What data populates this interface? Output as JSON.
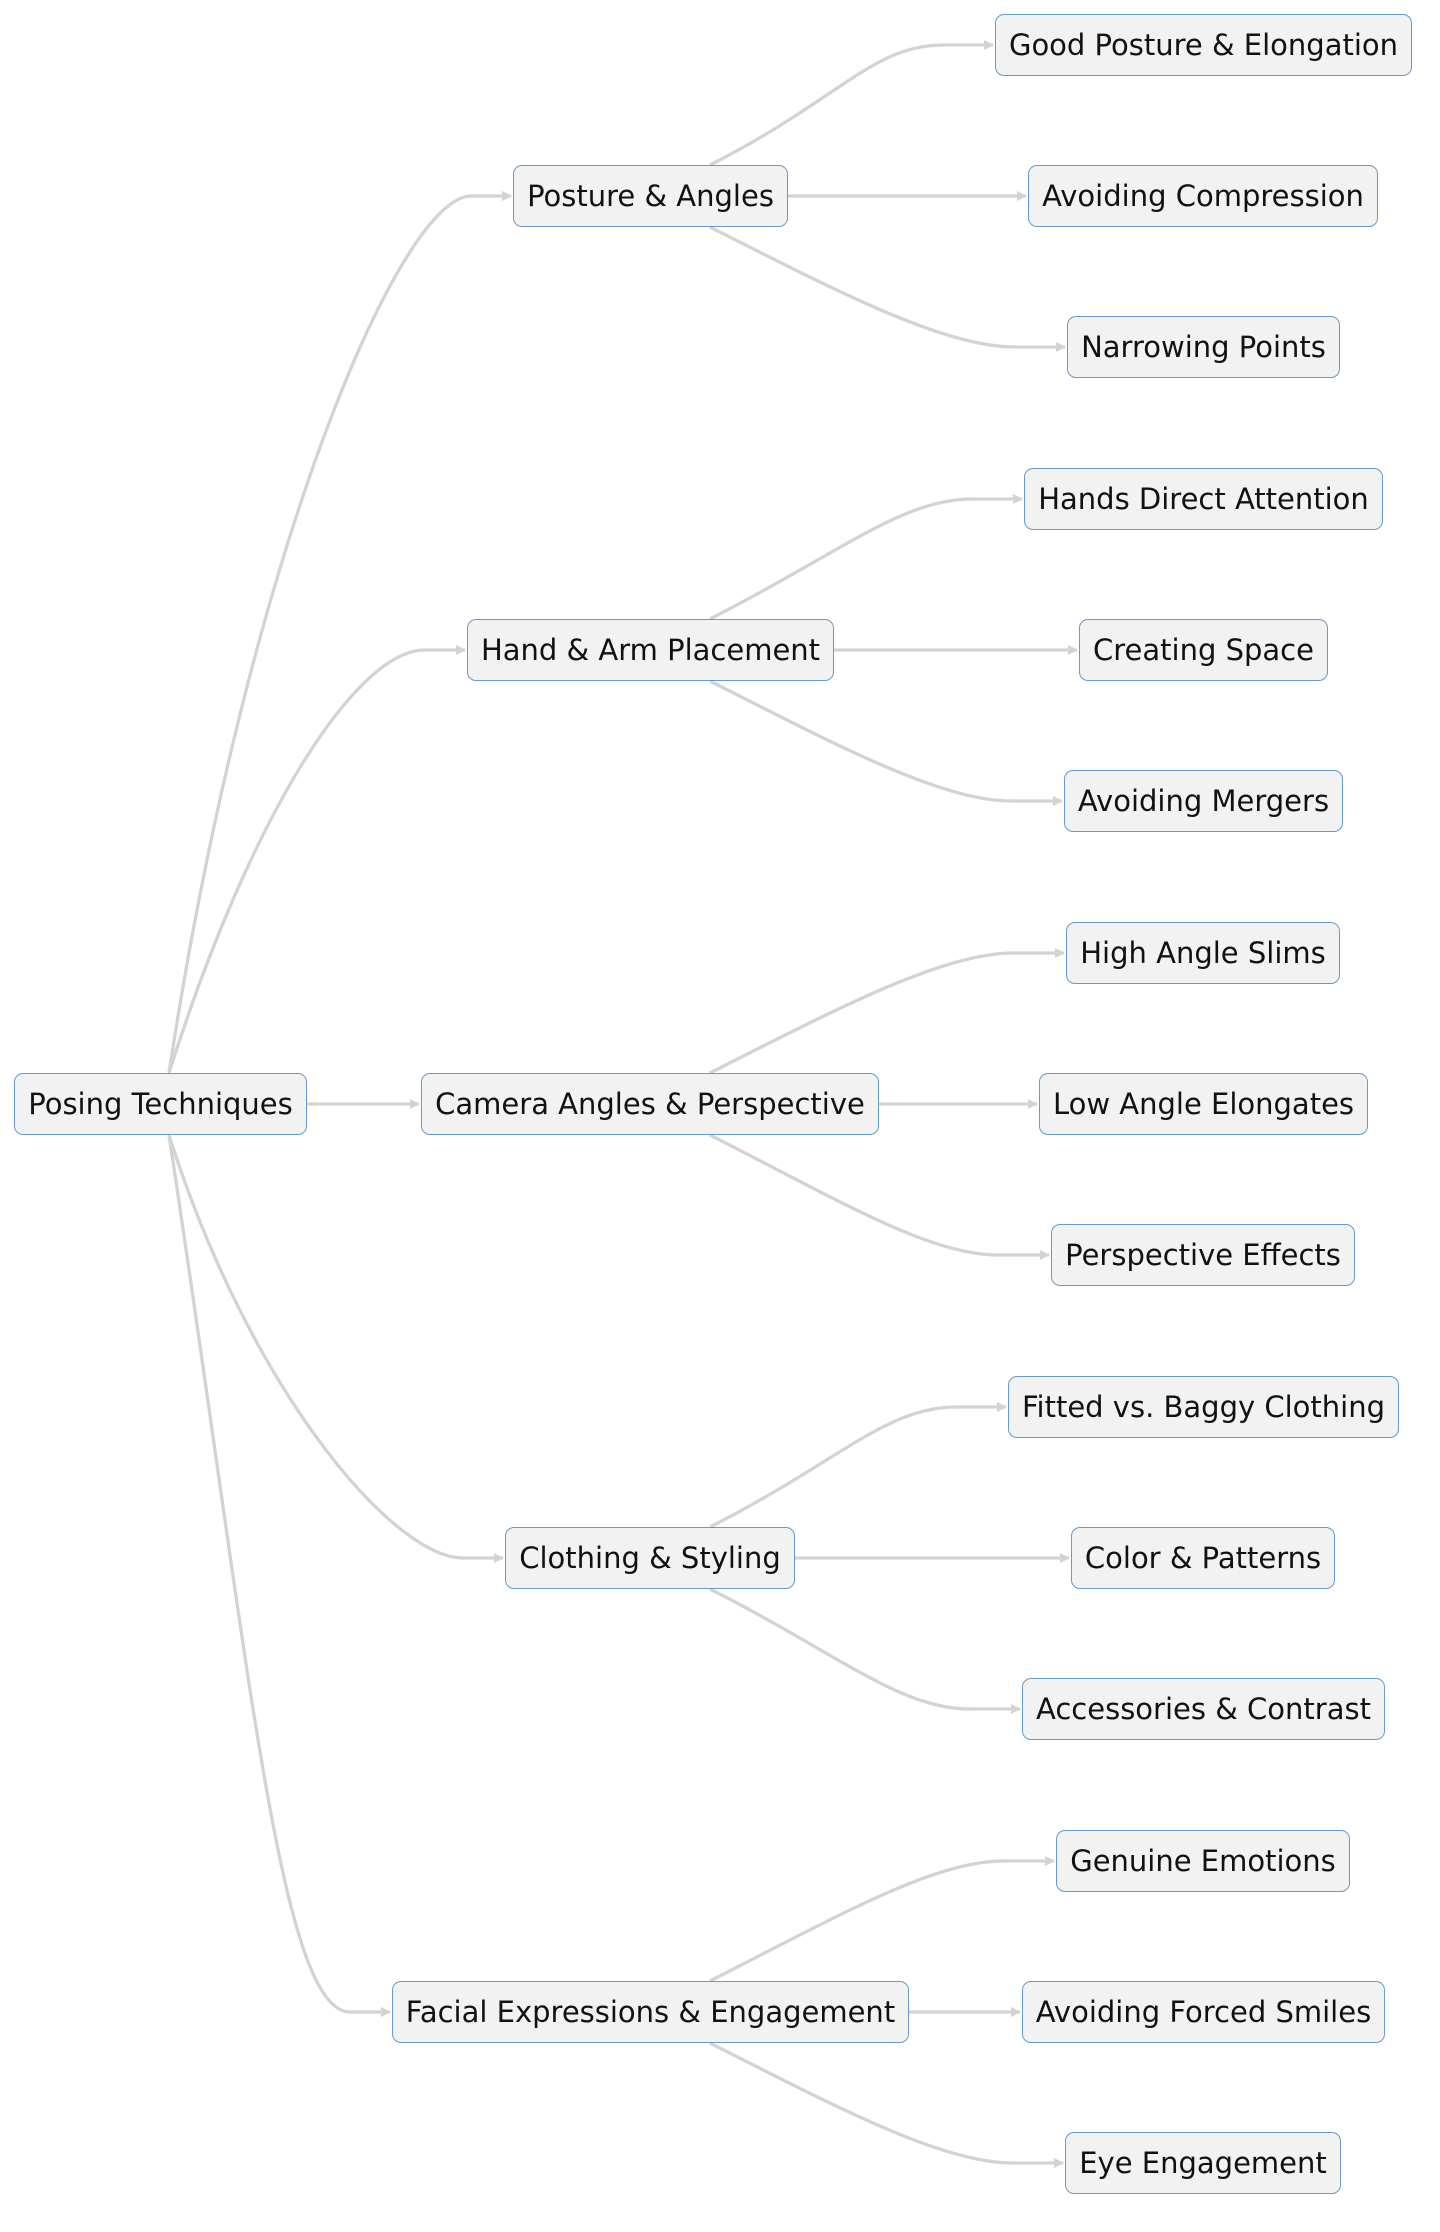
{
  "diagram": {
    "type": "tree",
    "root": {
      "id": "root",
      "label": "Posing Techniques"
    },
    "branches": [
      {
        "id": "b1",
        "label": "Posture & Angles",
        "children": [
          {
            "id": "b1c1",
            "label": "Good Posture & Elongation"
          },
          {
            "id": "b1c2",
            "label": "Avoiding Compression"
          },
          {
            "id": "b1c3",
            "label": "Narrowing Points"
          }
        ]
      },
      {
        "id": "b2",
        "label": "Hand & Arm Placement",
        "children": [
          {
            "id": "b2c1",
            "label": "Hands Direct Attention"
          },
          {
            "id": "b2c2",
            "label": "Creating Space"
          },
          {
            "id": "b2c3",
            "label": "Avoiding Mergers"
          }
        ]
      },
      {
        "id": "b3",
        "label": "Camera Angles & Perspective",
        "children": [
          {
            "id": "b3c1",
            "label": "High Angle Slims"
          },
          {
            "id": "b3c2",
            "label": "Low Angle Elongates"
          },
          {
            "id": "b3c3",
            "label": "Perspective Effects"
          }
        ]
      },
      {
        "id": "b4",
        "label": "Clothing & Styling",
        "children": [
          {
            "id": "b4c1",
            "label": "Fitted vs. Baggy Clothing"
          },
          {
            "id": "b4c2",
            "label": "Color & Patterns"
          },
          {
            "id": "b4c3",
            "label": "Accessories & Contrast"
          }
        ]
      },
      {
        "id": "b5",
        "label": "Facial Expressions & Engagement",
        "children": [
          {
            "id": "b5c1",
            "label": "Genuine Emotions"
          },
          {
            "id": "b5c2",
            "label": "Avoiding Forced Smiles"
          },
          {
            "id": "b5c3",
            "label": "Eye Engagement"
          }
        ]
      }
    ],
    "colors": {
      "node_fill": "#f2f2f2",
      "node_border": "#6699cc",
      "edge": "#d3d3d3",
      "text": "#111111"
    }
  }
}
